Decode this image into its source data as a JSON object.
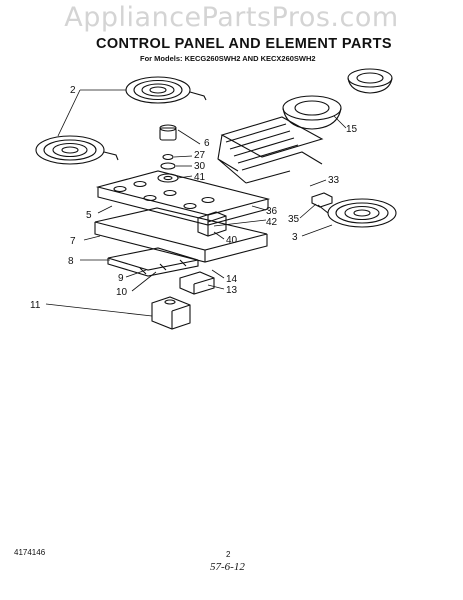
{
  "watermark": "AppliancePartsPros.com",
  "title": "CONTROL PANEL AND ELEMENT PARTS",
  "subtitle": "For Models: KECG260SWH2 AND KECX260SWH2",
  "callouts": [
    "2",
    "6",
    "27",
    "30",
    "41",
    "15",
    "33",
    "5",
    "36",
    "42",
    "7",
    "35",
    "3",
    "40",
    "8",
    "9",
    "10",
    "14",
    "13",
    "11"
  ],
  "footer": {
    "part_number": "4174146",
    "page": "2",
    "handwritten": "57-6-12"
  }
}
